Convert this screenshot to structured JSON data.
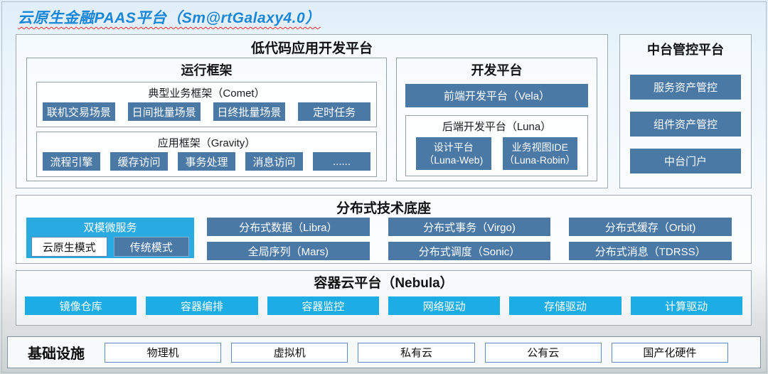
{
  "page": {
    "title": "云原生金融PAAS平台（Sm@rtGalaxy4.0）"
  },
  "lowcode": {
    "title": "低代码应用开发平台",
    "runtime": {
      "title": "运行框架",
      "typical": {
        "title": "典型业务框架（Comet）",
        "buttons": [
          "联机交易场景",
          "日间批量场景",
          "日终批量场景",
          "定时任务"
        ]
      },
      "appframe": {
        "title": "应用框架（Gravity）",
        "buttons": [
          "流程引擎",
          "缓存访问",
          "事务处理",
          "消息访问",
          "......"
        ]
      }
    },
    "dev": {
      "title": "开发平台",
      "frontend": "前端开发平台（Vela）",
      "backend": {
        "title": "后端开发平台（Luna）",
        "buttons": [
          {
            "line1": "设计平台",
            "line2": "（Luna-Web)"
          },
          {
            "line1": "业务视图IDE",
            "line2": "（Luna-Robin）"
          }
        ]
      }
    }
  },
  "midplatform": {
    "title": "中台管控平台",
    "buttons": [
      "服务资产管控",
      "组件资产管控",
      "中台门户"
    ]
  },
  "distributed": {
    "title": "分布式技术底座",
    "dualmode": {
      "title": "双模微服务",
      "cloud_native": "云原生模式",
      "traditional": "传统模式"
    },
    "buttons_row1": [
      "分布式数据（Libra）",
      "分布式事务（Virgo)",
      "分布式缓存（Orbit)"
    ],
    "buttons_row2": [
      "全局序列（Mars)",
      "分布式调度（Sonic）",
      "分布式消息（TDRSS）"
    ]
  },
  "container_cloud": {
    "title": "容器云平台（Nebula）",
    "buttons": [
      "镜像仓库",
      "容器编排",
      "容器监控",
      "网络驱动",
      "存储驱动",
      "计算驱动"
    ]
  },
  "infrastructure": {
    "title": "基础设施",
    "items": [
      "物理机",
      "虚拟机",
      "私有云",
      "公有云",
      "国产化硬件"
    ]
  },
  "colors": {
    "accent_steel_blue": "#4a79a6",
    "accent_cyan": "#29abe2",
    "title_blue": "#1a86d8",
    "underline_red": "#f03022"
  }
}
